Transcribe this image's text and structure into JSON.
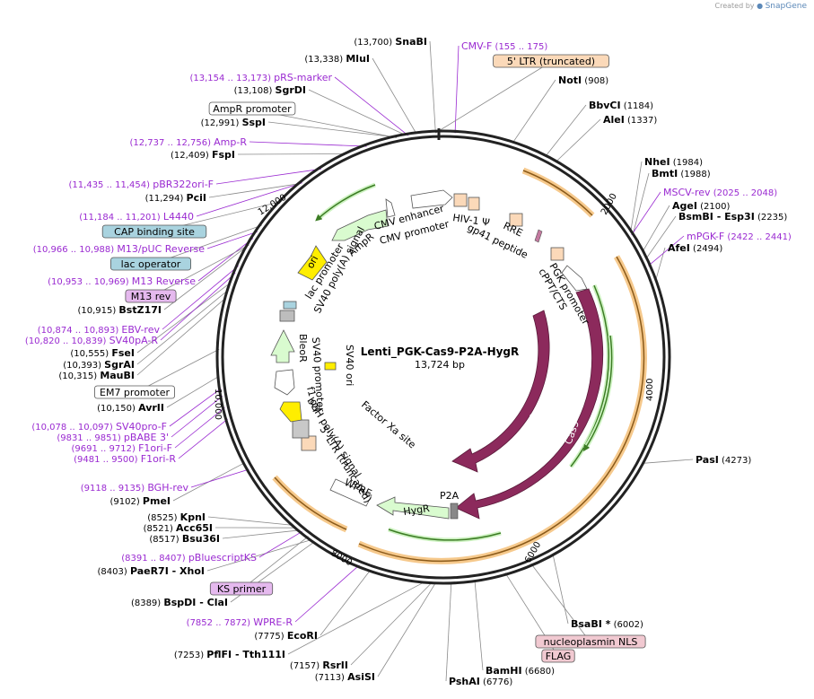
{
  "app": {
    "created_by": "Created by",
    "brand": "SnapGene"
  },
  "plasmid": {
    "name": "Lenti_PGK-Cas9-P2A-HygR",
    "length_label": "13,724 bp",
    "length": 13724
  },
  "ticks": [
    "2000",
    "4000",
    "6000",
    "8000",
    "10,000",
    "12,000"
  ],
  "enzymes": [
    {
      "name": "SnaBI",
      "pos": "(13,700)"
    },
    {
      "name": "MluI",
      "pos": "(13,338)"
    },
    {
      "name": "SgrDI",
      "pos": "(13,108)"
    },
    {
      "name": "SspI",
      "pos": "(12,991)"
    },
    {
      "name": "FspI",
      "pos": "(12,409)"
    },
    {
      "name": "PciI",
      "pos": "(11,294)"
    },
    {
      "name": "BstZ17I",
      "pos": "(10,915)"
    },
    {
      "name": "FseI",
      "pos": "(10,555)"
    },
    {
      "name": "SgrAI",
      "pos": "(10,393)"
    },
    {
      "name": "MauBI",
      "pos": "(10,315)"
    },
    {
      "name": "AvrII",
      "pos": "(10,150)"
    },
    {
      "name": "PmeI",
      "pos": "(9102)"
    },
    {
      "name": "KpnI",
      "pos": "(8525)"
    },
    {
      "name": "Acc65I",
      "pos": "(8521)"
    },
    {
      "name": "Bsu36I",
      "pos": "(8517)"
    },
    {
      "name": "PaeR7I",
      "pos": "(8403)",
      "extra": " - XhoI"
    },
    {
      "name": "BspDI",
      "pos": "(8389)",
      "extra": " - ClaI"
    },
    {
      "name": "EcoRI",
      "pos": "(7775)"
    },
    {
      "name": "PflFI",
      "pos": "(7253)",
      "extra": " - Tth111I"
    },
    {
      "name": "RsrII",
      "pos": "(7157)"
    },
    {
      "name": "AsiSI",
      "pos": "(7113)"
    },
    {
      "name": "PshAI",
      "pos": "(6776)"
    },
    {
      "name": "BamHI",
      "pos": "(6680)"
    },
    {
      "name": "BsaBI *",
      "pos": "(6002)"
    },
    {
      "name": "PasI",
      "pos": "(4273)"
    },
    {
      "name": "AfeI",
      "pos": "(2494)"
    },
    {
      "name": "AgeI",
      "pos": "(2100)"
    },
    {
      "name": "BsmBI",
      "pos": "(2235)",
      "extra": " - Esp3I"
    },
    {
      "name": "BmtI",
      "pos": "(1988)"
    },
    {
      "name": "NheI",
      "pos": "(1984)"
    },
    {
      "name": "AleI",
      "pos": "(1337)"
    },
    {
      "name": "BbvCI",
      "pos": "(1184)"
    },
    {
      "name": "NotI",
      "pos": "(908)"
    }
  ],
  "primers": [
    {
      "name": "CMV-F",
      "pos": "(155 .. 175)"
    },
    {
      "name": "pRS-marker",
      "pos": "(13,154 .. 13,173)"
    },
    {
      "name": "Amp-R",
      "pos": "(12,737 .. 12,756)"
    },
    {
      "name": "pBR322ori-F",
      "pos": "(11,435 .. 11,454)"
    },
    {
      "name": "L4440",
      "pos": "(11,184 .. 11,201)"
    },
    {
      "name": "M13/pUC Reverse",
      "pos": "(10,966 .. 10,988)"
    },
    {
      "name": "M13 Reverse",
      "pos": "(10,953 .. 10,969)"
    },
    {
      "name": "EBV-rev",
      "pos": "(10,874 .. 10,893)"
    },
    {
      "name": "SV40pA-R",
      "pos": "(10,820 .. 10,839)"
    },
    {
      "name": "SV40pro-F",
      "pos": "(10,078 .. 10,097)"
    },
    {
      "name": "pBABE 3'",
      "pos": "(9831 .. 9851)"
    },
    {
      "name": "F1ori-F",
      "pos": "(9691 .. 9712)"
    },
    {
      "name": "F1ori-R",
      "pos": "(9481 .. 9500)"
    },
    {
      "name": "BGH-rev",
      "pos": "(9118 .. 9135)"
    },
    {
      "name": "pBluescriptKS",
      "pos": "(8391 .. 8407)"
    },
    {
      "name": "WPRE-R",
      "pos": "(7852 .. 7872)"
    },
    {
      "name": "MSCV-rev",
      "pos": "(2025 .. 2048)"
    },
    {
      "name": "mPGK-F",
      "pos": "(2422 .. 2441)"
    }
  ],
  "boxes": [
    {
      "name": "5' LTR (truncated)",
      "color": "#fbd9b9"
    },
    {
      "name": "AmpR promoter",
      "color": "#ffffff"
    },
    {
      "name": "CAP binding site",
      "color": "#a9d3df"
    },
    {
      "name": "lac operator",
      "color": "#a9d3df"
    },
    {
      "name": "M13 rev",
      "color": "#e5b9ee"
    },
    {
      "name": "EM7 promoter",
      "color": "#ffffff"
    },
    {
      "name": "KS primer",
      "color": "#e5b9ee"
    },
    {
      "name": "nucleoplasmin NLS",
      "color": "#f1c9d1"
    },
    {
      "name": "FLAG",
      "color": "#f1c9d1"
    }
  ],
  "features": {
    "cmv_enhancer": "CMV enhancer",
    "cmv_promoter": "CMV promoter",
    "hiv_psi": "HIV-1 Ψ",
    "rre": "RRE",
    "gp41": "gp41 peptide",
    "pgk": "PGK promoter",
    "cppt": "cPPT/CTS",
    "cas9_inner": "Cas9",
    "cas9_outer": "Cas9",
    "p2a": "P2A",
    "hygr": "HygR",
    "wpre": "WPRE",
    "ltr3": "5' LTR (truncated)",
    "bgh": "bGH poly(A) signal",
    "factor_xa": "Factor Xa site",
    "sv40_ori": "SV40 ori",
    "f1_ori": "f1 ori",
    "sv40_promoter": "SV40 promoter",
    "bleor": "BleoR",
    "sv40_polya": "SV40 poly(A) signal",
    "lac_promoter": "lac promoter",
    "ori": "ori",
    "ampr": "AmpR"
  },
  "colors": {
    "cas9": "#8c2a5c",
    "resistance": "#d9fbcf",
    "ori": "#ffee00",
    "primer": "#9a2ad1",
    "orange_band": "#f6c98c"
  }
}
